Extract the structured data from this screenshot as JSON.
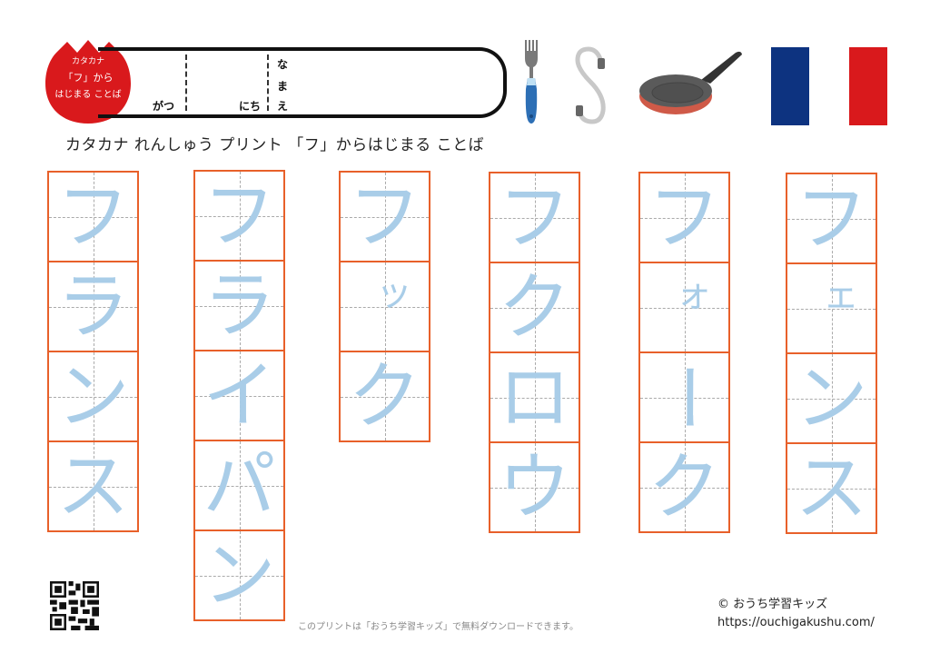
{
  "header": {
    "badge": {
      "line1": "カタカナ",
      "line2": "「フ」から",
      "line3": "はじまる ことば",
      "color": "#d9191c"
    },
    "name_bar": {
      "month_label": "がつ",
      "day_label": "にち",
      "name_label_1": "な",
      "name_label_2": "ま",
      "name_label_3": "え"
    },
    "title": "カタカナ れんしゅう プリント 「フ」からはじまる ことば"
  },
  "illustrations": [
    {
      "name": "fork",
      "word": "フォーク"
    },
    {
      "name": "hook",
      "word": "フック"
    },
    {
      "name": "frying-pan",
      "word": "フライパン"
    },
    {
      "name": "france-flag",
      "word": "フランス",
      "colors": [
        "#0d3380",
        "#ffffff",
        "#d9191c"
      ]
    }
  ],
  "columns": [
    {
      "word": "フランス",
      "chars": [
        "フ",
        "ラ",
        "ン",
        "ス"
      ],
      "small": [
        false,
        false,
        false,
        false
      ]
    },
    {
      "word": "フライパン",
      "chars": [
        "フ",
        "ラ",
        "イ",
        "パ",
        "ン"
      ],
      "small": [
        false,
        false,
        false,
        false,
        false
      ]
    },
    {
      "word": "フック",
      "chars": [
        "フ",
        "ッ",
        "ク"
      ],
      "small": [
        false,
        true,
        false
      ]
    },
    {
      "word": "フクロウ",
      "chars": [
        "フ",
        "ク",
        "ロ",
        "ウ"
      ],
      "small": [
        false,
        false,
        false,
        false
      ]
    },
    {
      "word": "フォーク",
      "chars": [
        "フ",
        "ォ",
        "ー",
        "ク"
      ],
      "small": [
        false,
        true,
        false,
        false
      ]
    },
    {
      "word": "フェンス",
      "chars": [
        "フ",
        "ェ",
        "ン",
        "ス"
      ],
      "small": [
        false,
        true,
        false,
        false
      ]
    }
  ],
  "colors": {
    "grid_border": "#e8602a",
    "guide_char": "#a9cde8",
    "guide_dash": "#aaaaaa"
  },
  "footer": {
    "note": "このプリントは「おうち学習キッズ」で無料ダウンロードできます。",
    "copyright": "© おうち学習キッズ",
    "url": "https://ouchigakushu.com/"
  }
}
